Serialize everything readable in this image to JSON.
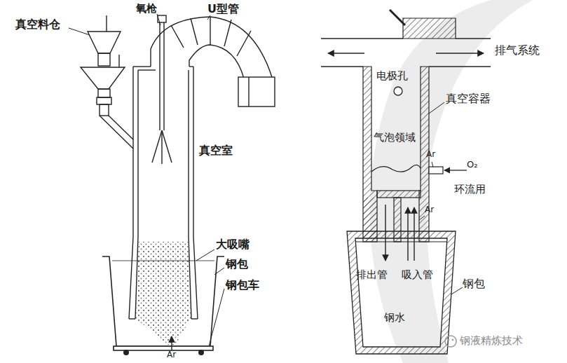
{
  "diagram": {
    "labels": [
      "真空料仓",
      "氧枪",
      "U型管",
      "真空室",
      "大吸嘴",
      "钢包",
      "钢包车",
      "Ar",
      "排气系统",
      "电极孔",
      "真空容器",
      "气泡领域",
      "Ar",
      "O₂",
      "环流用",
      "Ar",
      "排出管",
      "吸入管",
      "钢包",
      "钢水",
      "钢液精炼技术"
    ]
  }
}
